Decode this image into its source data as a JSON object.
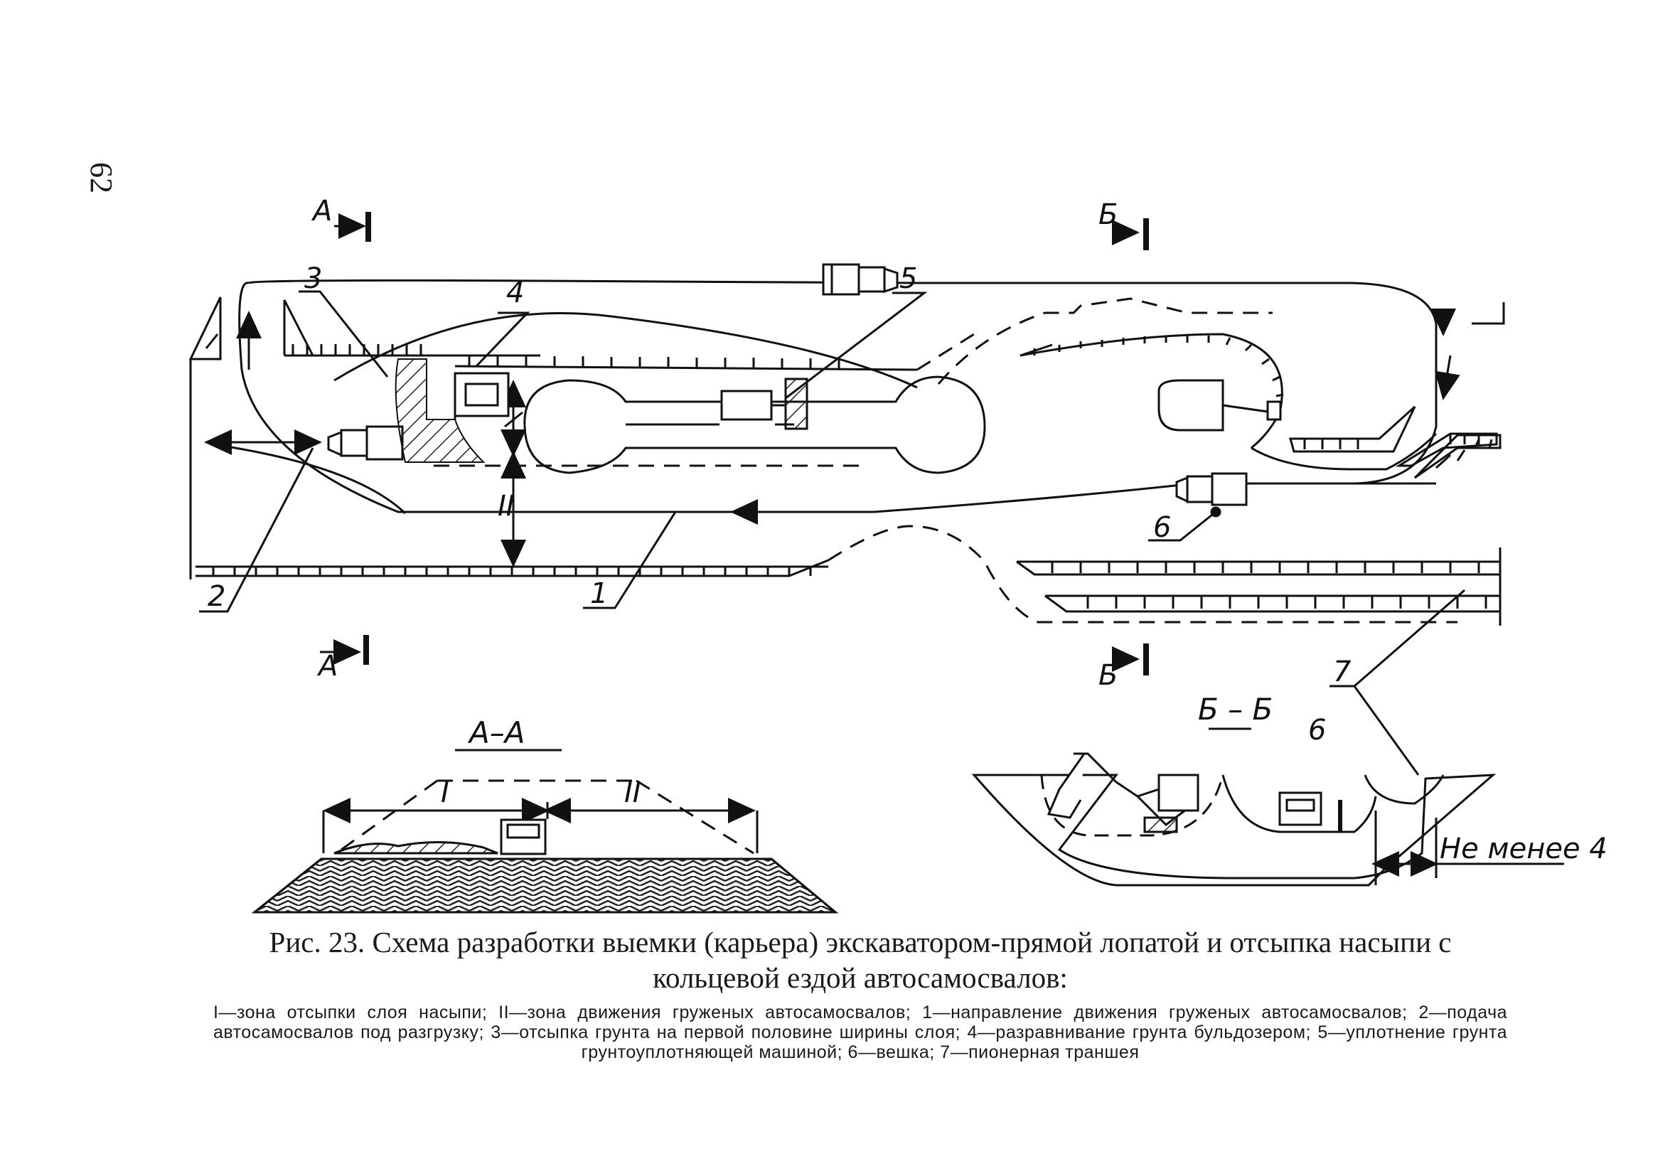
{
  "page_number": "62",
  "figure": {
    "section_marks": {
      "a": "А",
      "b": "Б"
    },
    "callouts": {
      "c1": "1",
      "c2": "2",
      "c3": "3",
      "c4": "4",
      "c5": "5",
      "c6": "6",
      "c7": "7"
    },
    "zones": {
      "i": "I",
      "ii": "II"
    },
    "section_titles": {
      "aa": "А–А",
      "bb": "Б – Б"
    },
    "dimension_note": "Не менее 4"
  },
  "caption": {
    "title": "Рис. 23. Схема разработки выемки (карьера) экскаватором-прямой лопатой и отсыпка насыпи с кольцевой ездой автосамосвалов:",
    "legend": "I—зона отсыпки слоя насыпи; II—зона движения груженых автосамосвалов; 1—направление движения груженых автосамосвалов; 2—подача автосамосвалов под разгрузку; 3—отсыпка грунта на первой половине ширины слоя; 4—разравнивание грунта бульдозером; 5—уплотнение грунта грунтоуплотняющей машиной; 6—вешка; 7—пионерная траншея"
  }
}
